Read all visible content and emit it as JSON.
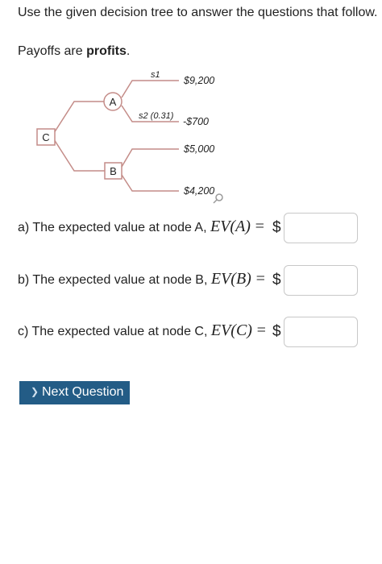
{
  "intro_text": "Use the given decision tree to answer the questions that follow.",
  "payoffs": {
    "prefix": "Payoffs are ",
    "bold": "profits",
    "suffix": "."
  },
  "tree": {
    "nodes": {
      "A": "A",
      "B": "B",
      "C": "C"
    },
    "branch_labels": {
      "s1": "s1",
      "s2": "s2 (0.31)"
    },
    "payoffs": {
      "a1": "$9,200",
      "a2": "-$700",
      "b1": "$5,000",
      "b2": "$4,200"
    },
    "colors": {
      "branch": "#c48c88"
    },
    "icons": {
      "zoom": "magnifier-icon"
    }
  },
  "questions": [
    {
      "prefix": "a) The expected value at node A, ",
      "math": "EV(A)",
      "equals": "=",
      "dollar": "$",
      "value": ""
    },
    {
      "prefix": "b) The expected value at node B, ",
      "math": "EV(B)",
      "equals": "=",
      "dollar": "$",
      "value": ""
    },
    {
      "prefix": "c) The expected value at node C, ",
      "math": "EV(C)",
      "equals": "=",
      "dollar": "$",
      "value": ""
    }
  ],
  "next_button": {
    "label": "Next Question",
    "icon": "chevron-right-icon",
    "color": "#235c86"
  }
}
